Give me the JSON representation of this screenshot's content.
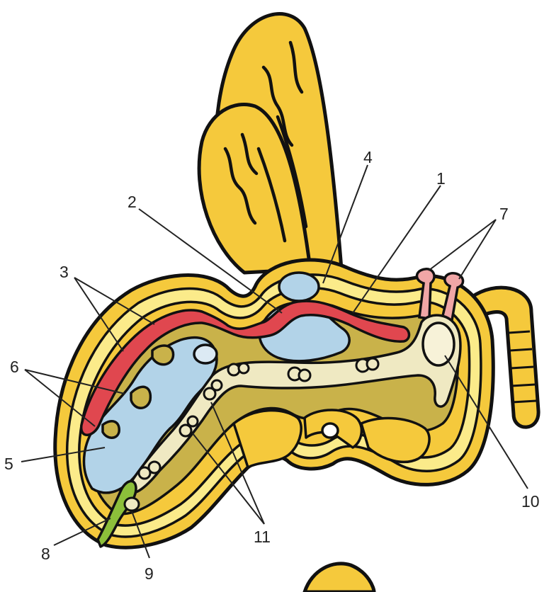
{
  "labels": [
    "1",
    "2",
    "3",
    "4",
    "5",
    "6",
    "7",
    "8",
    "9",
    "10",
    "11"
  ],
  "colors": {
    "body_yellow": "#f5c93c",
    "pale_yellow": "#fbeb8a",
    "olive": "#c9b24a",
    "blood_vessel_red": "#e0474f",
    "blue_cavity": "#b2d3e8",
    "nerve_cord_cream": "#efe9c2",
    "pink_organ": "#f0a6a6",
    "green_tube": "#8cbf3a",
    "outline": "#111111"
  }
}
